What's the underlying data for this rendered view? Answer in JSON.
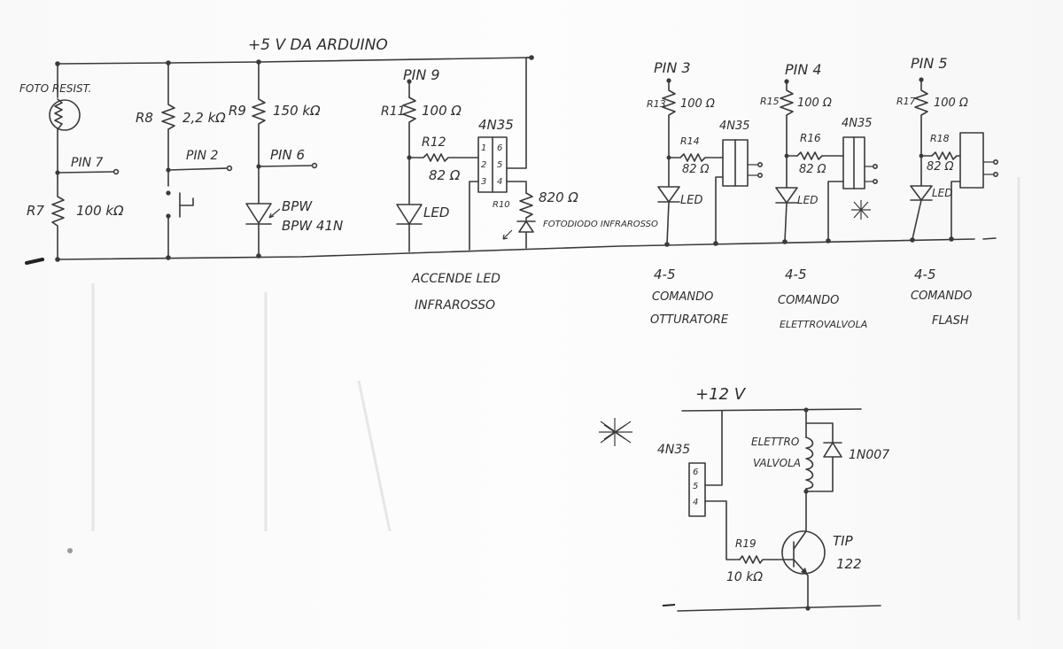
{
  "top_rail": "+5 V DA ARDUINO",
  "left": {
    "photoresistor": "FOTO RESIST.",
    "r7": {
      "ref": "R7",
      "value": "100 kΩ"
    },
    "pin7": "PIN 7"
  },
  "r8_branch": {
    "r8": {
      "ref": "R8",
      "value": "2,2 kΩ"
    },
    "pin2": "PIN 2"
  },
  "r9_branch": {
    "r9": {
      "ref": "R9",
      "value": "150 kΩ"
    },
    "pin6": "PIN 6",
    "diode": "BPW 41N"
  },
  "ir_block": {
    "pin9": "PIN 9",
    "r11": {
      "ref": "R11",
      "value": "100 Ω"
    },
    "r12": {
      "ref": "R12",
      "value": "82 Ω"
    },
    "led": "LED",
    "ic": "4N35",
    "r10": {
      "ref": "R10",
      "value": "820 Ω"
    },
    "photodiode": "FOTODIODO INFRAROSSO",
    "caption_1": "ACCENDE LED",
    "caption_2": "INFRAROSSO",
    "ic_pins_left": [
      "1",
      "2",
      "3"
    ],
    "ic_pins_right": [
      "6",
      "5",
      "4"
    ]
  },
  "out3": {
    "pin": "PIN 3",
    "r_top": {
      "ref": "R13",
      "value": "100 Ω"
    },
    "r_mid": {
      "ref": "R14",
      "value": "82 Ω"
    },
    "ic": "4N35",
    "led": "LED",
    "pins_note": "4-5",
    "caption_1": "COMANDO",
    "caption_2": "OTTURATORE"
  },
  "out4": {
    "pin": "PIN 4",
    "r_top": {
      "ref": "R15",
      "value": "100 Ω"
    },
    "r_mid": {
      "ref": "R16",
      "value": "82 Ω"
    },
    "ic": "4N35",
    "led": "LED",
    "pins_note": "4-5",
    "caption_1": "COMANDO",
    "caption_2": "ELETTROVALVOLA"
  },
  "out5": {
    "pin": "PIN 5",
    "r_top": {
      "ref": "R17",
      "value": "100 Ω"
    },
    "r_mid": {
      "ref": "R18",
      "value": "82 Ω"
    },
    "led": "LED",
    "pins_note": "4-5",
    "caption_1": "COMANDO",
    "caption_2": "FLASH"
  },
  "valve_circuit": {
    "rail": "+12 V",
    "ic": "4N35",
    "ic_pins": [
      "6",
      "5",
      "4"
    ],
    "coil": "ELETTRO VALVOLA",
    "diode": "1N007",
    "r19": {
      "ref": "R19",
      "value": "10 kΩ"
    },
    "transistor_1": "TIP",
    "transistor_2": "122"
  }
}
